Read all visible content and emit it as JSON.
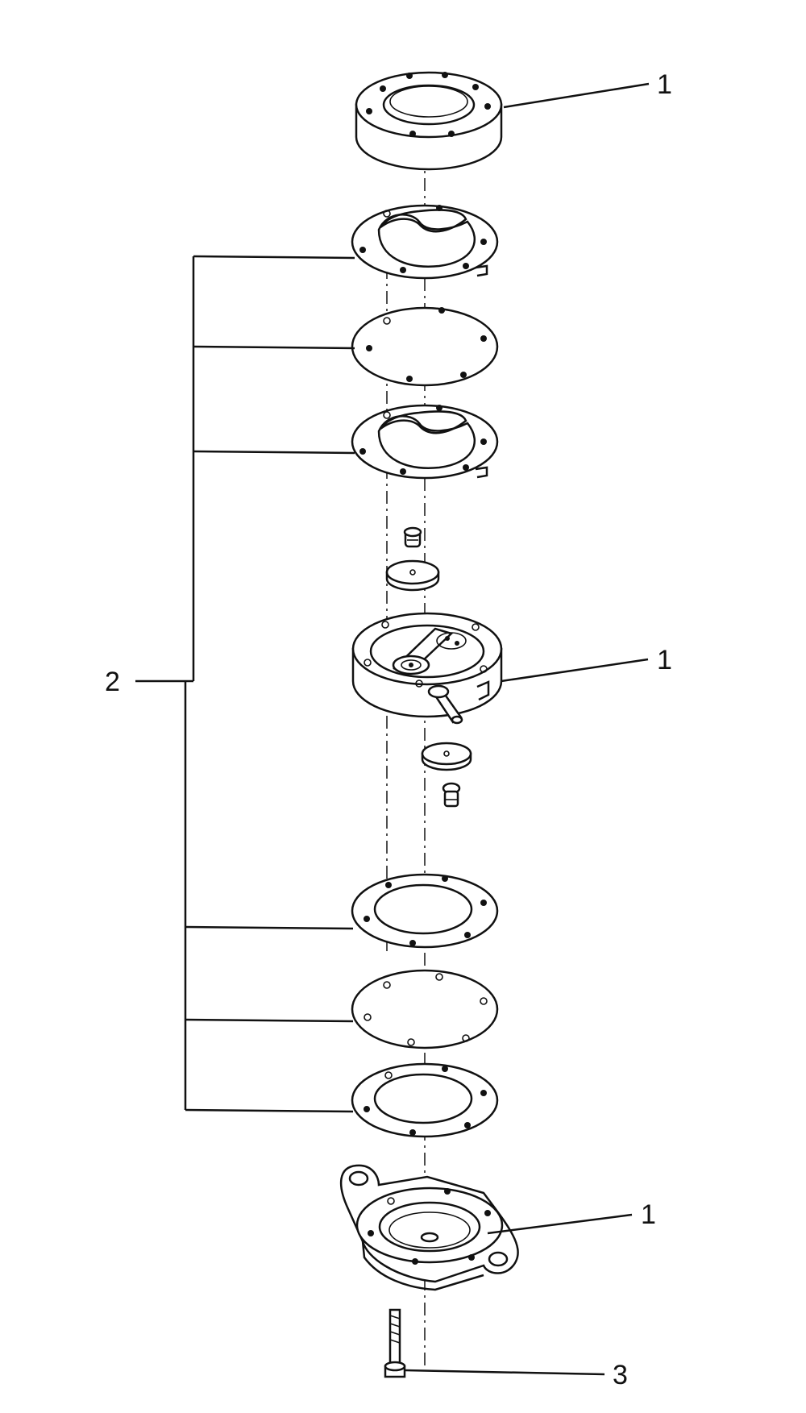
{
  "figure": {
    "callouts": [
      {
        "id": "top-cover",
        "number": "1"
      },
      {
        "id": "pump-body",
        "number": "1"
      },
      {
        "id": "base-cover",
        "number": "1"
      },
      {
        "id": "gasket-diaphragm-kit",
        "number": "2"
      },
      {
        "id": "screw",
        "number": "3"
      }
    ]
  }
}
